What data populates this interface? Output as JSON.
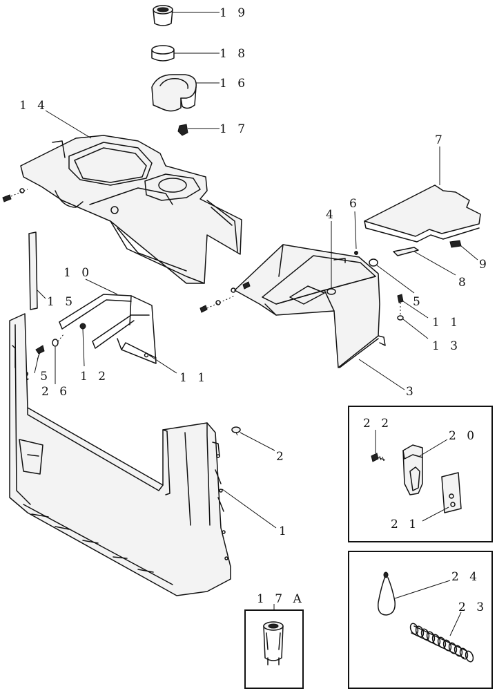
{
  "callouts": {
    "c19": "1 9",
    "c18": "1 8",
    "c16": "1 6",
    "c17": "1 7",
    "c14": "1 4",
    "c7": "7",
    "c6": "6",
    "c4": "4",
    "c9": "9",
    "c8": "8",
    "c5": "5",
    "c11a": "1 1",
    "c13": "1 3",
    "c3": "3",
    "c10": "1 0",
    "c15": "1 5",
    "c25": "2 5",
    "c26": "2 6",
    "c12": "1 2",
    "c11b": "1 1",
    "c2": "2",
    "c1": "1",
    "c22": "2 2",
    "c20": "2 0",
    "c21": "2 1",
    "c24": "2 4",
    "c23": "2 3",
    "c17a": "1 7 A"
  }
}
